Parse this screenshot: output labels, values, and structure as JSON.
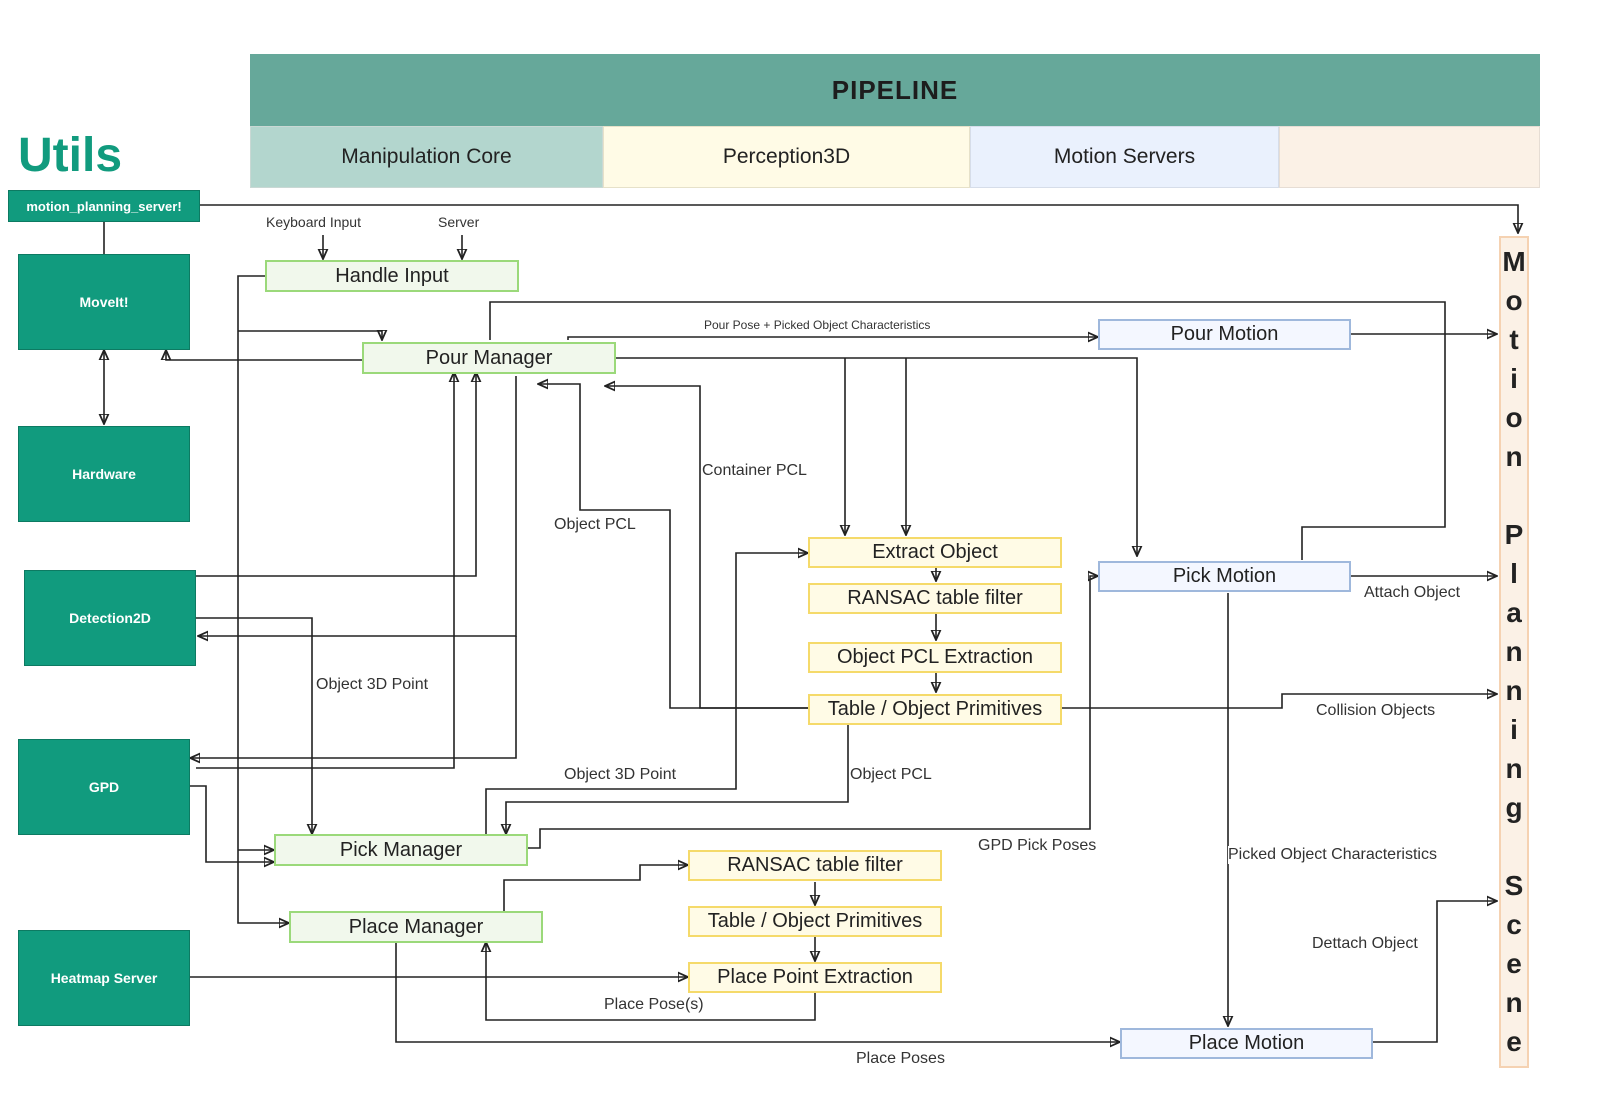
{
  "header": {
    "title": "PIPELINE",
    "lanes": [
      "Manipulation Core",
      "Perception3D",
      "Motion Servers",
      ""
    ],
    "colors": {
      "title_bg": "#66a89a",
      "core": "#b3d6ce",
      "perception": "#fffbe6",
      "motion": "#eaf1fd",
      "extra": "#fbf1e6"
    }
  },
  "utils": {
    "title": "Utils",
    "server": "motion_planning_server!",
    "moveit": "MoveIt!",
    "hardware": "Hardware",
    "detection2d": "Detection2D",
    "gpd": "GPD",
    "heatmap": "Heatmap Server",
    "accent": "#119b7e"
  },
  "core": {
    "handle_input": "Handle Input",
    "pour_manager": "Pour Manager",
    "pick_manager": "Pick Manager",
    "place_manager": "Place Manager"
  },
  "perception": {
    "extract_object": "Extract Object",
    "ransac_1": "RANSAC table filter",
    "object_pcl_extraction": "Object PCL Extraction",
    "table_primitives_1": "Table / Object Primitives",
    "ransac_2": "RANSAC table filter",
    "table_primitives_2": "Table / Object Primitives",
    "place_point_extraction": "Place Point Extraction"
  },
  "motion": {
    "pour_motion": "Pour Motion",
    "pick_motion": "Pick Motion",
    "place_motion": "Place Motion"
  },
  "scene": {
    "letters": [
      "M",
      "o",
      "t",
      "i",
      "o",
      "n",
      "",
      "P",
      "l",
      "a",
      "n",
      "n",
      "i",
      "n",
      "g",
      "",
      "S",
      "c",
      "e",
      "n",
      "e"
    ]
  },
  "edge_labels": {
    "keyboard": "Keyboard Input",
    "server": "Server",
    "pour_pose": "Pour Pose + Picked Object Characteristics",
    "container_pcl": "Container PCL",
    "object_pcl_1": "Object PCL",
    "object_3d_point_1": "Object 3D Point",
    "object_3d_point_2": "Object 3D Point",
    "object_pcl_2": "Object PCL",
    "gpd_pick_poses": "GPD Pick Poses",
    "attach_object": "Attach Object",
    "collision_objects": "Collision Objects",
    "picked_object_characteristics": "Picked Object Characteristics",
    "dettach_object": "Dettach Object",
    "place_poses_1": "Place Pose(s)",
    "place_poses_2": "Place Poses"
  }
}
